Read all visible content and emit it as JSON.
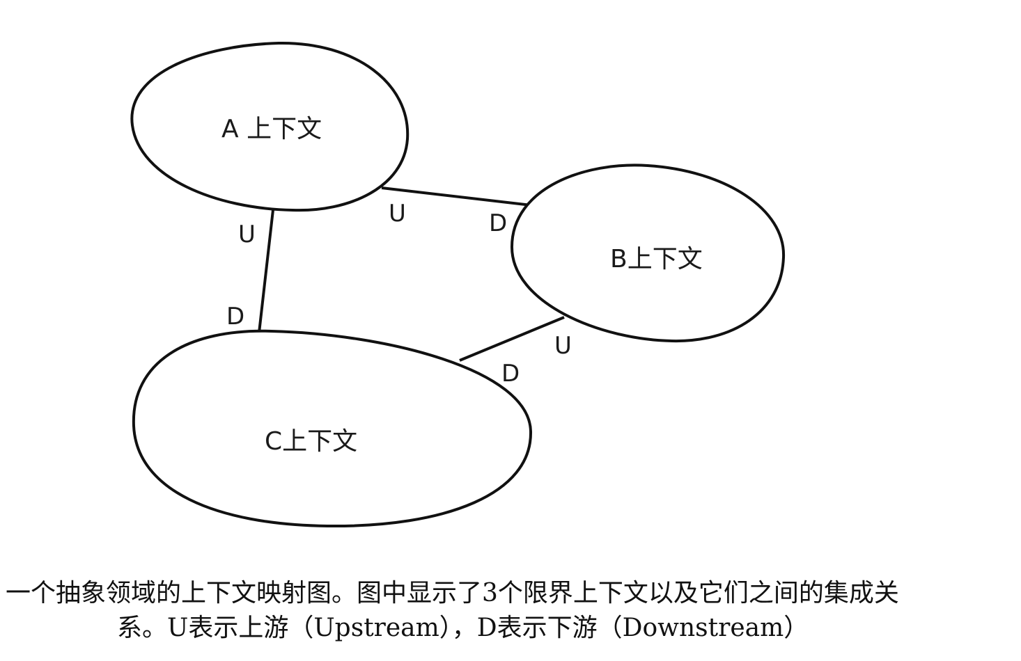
{
  "contexts": {
    "a": "A 上下文",
    "b": "B上下文",
    "c": "C上下文"
  },
  "relations": {
    "a_b": {
      "a_end": "U",
      "b_end": "D"
    },
    "a_c": {
      "a_end": "U",
      "c_end": "D"
    },
    "b_c": {
      "b_end": "U",
      "c_end": "D"
    }
  },
  "caption": {
    "line1": "一个抽象领域的上下文映射图。图中显示了3个限界上下文以及它们之间的集成关",
    "line2": "系。U表示上游（Upstream），D表示下游（Downstream）"
  }
}
